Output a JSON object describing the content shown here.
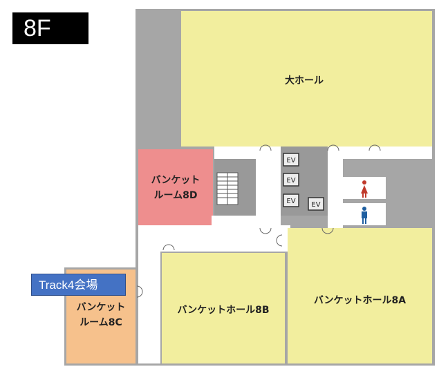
{
  "floor": {
    "label": "8F"
  },
  "rooms": {
    "main_hall": "大ホール",
    "banquet_8d": [
      "バンケット",
      "ルーム8D"
    ],
    "banquet_8c": [
      "バンケット",
      "ルーム8C"
    ],
    "banquet_hall_8b": "バンケットホール8B",
    "banquet_hall_8a": "バンケットホール8A"
  },
  "elevators": [
    "EV",
    "EV",
    "EV",
    "EV"
  ],
  "track_tag": "Track4会場",
  "colors": {
    "hall_yellow": "#F2EE9E",
    "banquet_8d_pink": "#EE8E8E",
    "banquet_8c_orange": "#F6C18C",
    "corridor_gray": "#999999",
    "wall_gray": "#A6A6A6",
    "track_blue": "#4472C4",
    "female_icon": "#C0392B",
    "male_icon": "#1F5FA0"
  },
  "icons": [
    "stairs-icon",
    "female-restroom-icon",
    "male-restroom-icon",
    "door-icon"
  ]
}
